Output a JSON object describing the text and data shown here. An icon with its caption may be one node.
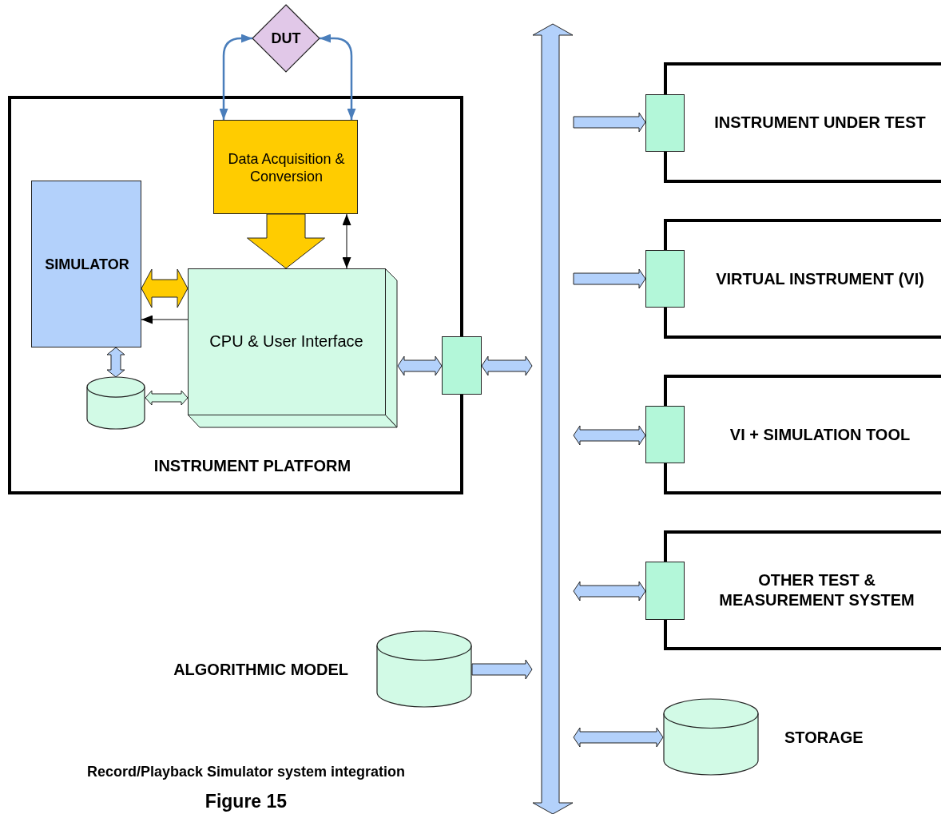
{
  "diagram": {
    "caption": "Record/Playback Simulator system integration",
    "nodes": [
      {
        "text": [
          "DUT"
        ]
      },
      {
        "text": [
          "INSTRUMENT PLATFORM"
        ]
      },
      {
        "text": [
          "Data Acquisition & Conversion"
        ],
        "in": 1
      },
      {
        "text": [
          "SIMULATOR"
        ],
        "in": 1
      },
      {
        "text": [
          "CPU & User Interface"
        ],
        "in": 1
      },
      {
        "text": [],
        "shape": "cylinder",
        "in": 1
      },
      {
        "text": [],
        "shape": "box"
      },
      {
        "text": [],
        "shape": "bar"
      },
      {
        "text": [
          "INSTRUMENT UNDER TEST"
        ]
      },
      {
        "text": [],
        "shape": "box"
      },
      {
        "text": [
          "VIRTUAL INSTRUMENT (VI)"
        ]
      },
      {
        "text": [],
        "shape": "box"
      },
      {
        "text": [
          "VI + SIMULATION TOOL"
        ]
      },
      {
        "text": [],
        "shape": "box"
      },
      {
        "text": [
          "OTHER TEST & MEASUREMENT SYSTEM"
        ]
      },
      {
        "text": [],
        "shape": "box"
      },
      {
        "text": [],
        "shape": "cylinder",
        "beside": [
          "ALGORITHMIC MODEL"
        ]
      },
      {
        "text": [],
        "shape": "cylinder",
        "beside": [
          "STORAGE"
        ]
      }
    ],
    "edges": [
      {
        "from": 0,
        "to": 2,
        "arrow": "both",
        "color": "#4a7ebb"
      },
      {
        "from": 0,
        "to": 2,
        "arrow": "both",
        "color": "#4a7ebb"
      },
      {
        "from": 2,
        "to": 4,
        "arrow": "to",
        "style": "thick",
        "color": "#ffcc00"
      },
      {
        "from": 2,
        "to": 4,
        "arrow": "both",
        "color": "#000000"
      },
      {
        "from": 3,
        "to": 4,
        "arrow": "both",
        "style": "thick",
        "color": "#ffcc00"
      },
      {
        "from": 4,
        "to": 3,
        "arrow": "to",
        "color": "#000000"
      },
      {
        "from": 3,
        "to": 5,
        "arrow": "both",
        "style": "thick"
      },
      {
        "from": 5,
        "to": 4,
        "arrow": "both",
        "style": "thick",
        "color": "#d2fae6"
      },
      {
        "from": 4,
        "to": 6,
        "arrow": "both",
        "style": "thick"
      },
      {
        "from": 6,
        "to": 7,
        "arrow": "both",
        "style": "thick"
      },
      {
        "from": 7,
        "to": 9,
        "arrow": "to",
        "style": "thick"
      },
      {
        "from": 7,
        "to": 11,
        "arrow": "to",
        "style": "thick"
      },
      {
        "from": 7,
        "to": 13,
        "arrow": "both",
        "style": "thick"
      },
      {
        "from": 7,
        "to": 15,
        "arrow": "both",
        "style": "thick"
      },
      {
        "from": 16,
        "to": 7,
        "arrow": "to",
        "style": "thick"
      },
      {
        "from": 7,
        "to": 17,
        "arrow": "both",
        "style": "thick"
      }
    ],
    "labels": [
      "Figure 15"
    ]
  }
}
